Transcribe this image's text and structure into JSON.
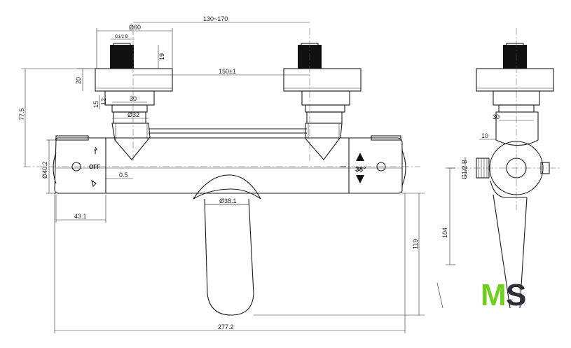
{
  "dimensions": {
    "d60": "Ø60",
    "g12_small": "G1/2 B",
    "d19": "19",
    "d20": "20",
    "span": "130~170",
    "centers": "150±1",
    "d15": "15",
    "d12": "12",
    "d30_front": "30",
    "d32": "Ø32",
    "d77_5": "77.5",
    "d40_2": "Ø40.2",
    "d0_5": "0.5",
    "d43_1": "43.1",
    "d38_1": "Ø38.1",
    "d119": "119",
    "d277_2": "277.2",
    "d30_side": "30",
    "d10": "10",
    "g12_side": "G1/2 B",
    "d104": "104"
  },
  "labels": {
    "off": "OFF",
    "temperature": "38°"
  },
  "logo": {
    "m": "M",
    "s": "S",
    "m_color": "#6fd11e",
    "s_color": "#2e2f3a"
  }
}
